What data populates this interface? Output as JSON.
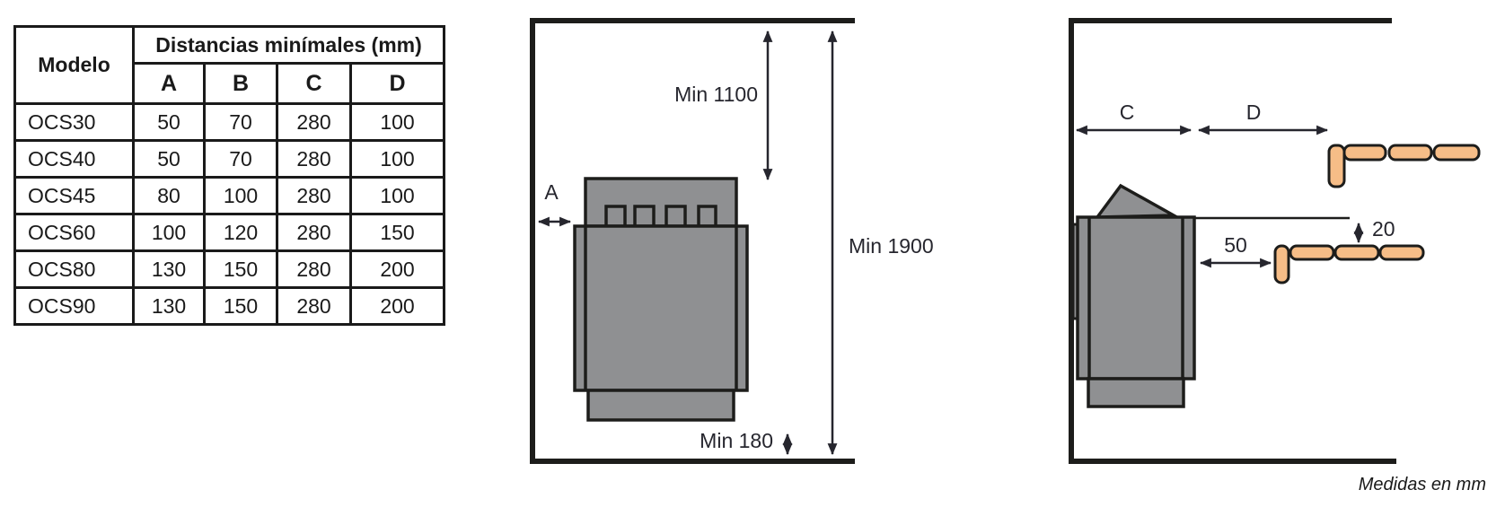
{
  "table": {
    "header": {
      "model": "Modelo",
      "group": "Distancias minímales (mm)",
      "cols": [
        "A",
        "B",
        "C",
        "D"
      ]
    },
    "rows": [
      {
        "model": "OCS30",
        "a": "50",
        "b": "70",
        "c": "280",
        "d": "100"
      },
      {
        "model": "OCS40",
        "a": "50",
        "b": "70",
        "c": "280",
        "d": "100"
      },
      {
        "model": "OCS45",
        "a": "80",
        "b": "100",
        "c": "280",
        "d": "100"
      },
      {
        "model": "OCS60",
        "a": "100",
        "b": "120",
        "c": "280",
        "d": "150"
      },
      {
        "model": "OCS80",
        "a": "130",
        "b": "150",
        "c": "280",
        "d": "200"
      },
      {
        "model": "OCS90",
        "a": "130",
        "b": "150",
        "c": "280",
        "d": "200"
      }
    ]
  },
  "front_view": {
    "top_clearance": "Min 1100",
    "ceiling_height": "Min 1900",
    "floor_clearance": "Min 180",
    "side_clearance": "A"
  },
  "side_view": {
    "wall_distance": "C",
    "bench_distance": "D",
    "bench_side_gap": "50",
    "bench_top_offset": "20"
  },
  "footer": {
    "note": "Medidas en mm"
  },
  "colors": {
    "heater": "#8f9092",
    "bench": "#f6bd87",
    "outline": "#1d1d1b"
  }
}
